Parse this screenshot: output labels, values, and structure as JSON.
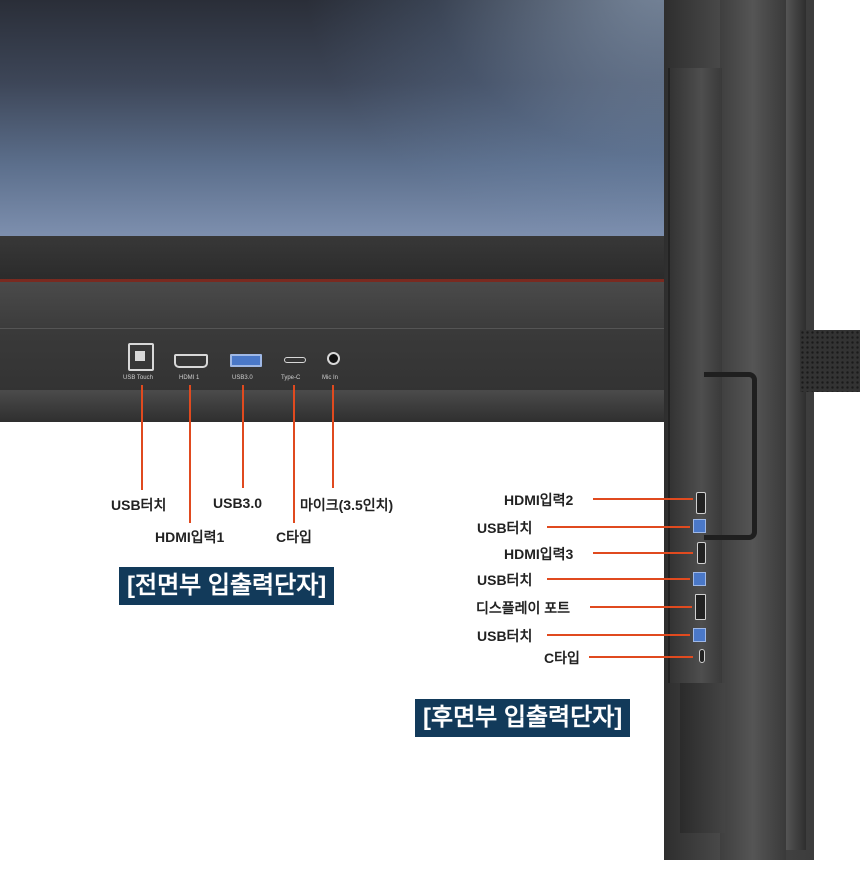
{
  "front": {
    "banner": "[전면부 입출력단자]",
    "port_silk": {
      "usb_touch": "USB Touch",
      "hdmi1": "HDMI 1",
      "usb3": "USB3.0",
      "typec": "Type-C",
      "mic": "Mic  In"
    },
    "labels": {
      "usb_touch": "USB터치",
      "hdmi1": "HDMI입력1",
      "usb3": "USB3.0",
      "typec": "C타입",
      "mic": "마이크(3.5인치)"
    }
  },
  "rear": {
    "banner": "[후면부 입출력단자]",
    "labels": {
      "hdmi2": "HDMI입력2",
      "usb_touch_1": "USB터치",
      "hdmi3": "HDMI입력3",
      "usb_touch_2": "USB터치",
      "displayport": "디스플레이 포트",
      "usb_touch_3": "USB터치",
      "typec": "C타입"
    }
  },
  "colors": {
    "leader_line": "#e04a1f",
    "banner_bg": "#123a5a",
    "banner_text": "#ffffff",
    "usb_port_blue": "#4a78c8"
  }
}
